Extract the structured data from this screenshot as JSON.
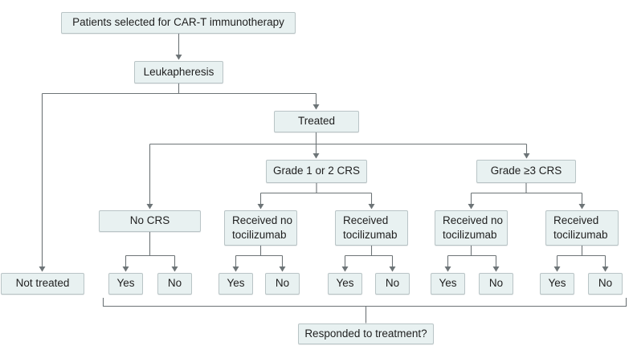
{
  "figure": {
    "type": "flowchart",
    "nodes": {
      "patients": "Patients selected for CAR-T immunotherapy",
      "leukapheresis": "Leukapheresis",
      "treated": "Treated",
      "not_treated": "Not treated",
      "no_crs": "No CRS",
      "grade_1_2": "Grade 1 or 2 CRS",
      "grade_3plus": "Grade ≥3 CRS",
      "received_no_toci": "Received no tocilizumab",
      "received_toci": "Received tocilizumab",
      "yes": "Yes",
      "no": "No",
      "responded": "Responded to treatment?"
    },
    "edges": [
      "patients -> leukapheresis",
      "leukapheresis -> not_treated",
      "leukapheresis -> treated",
      "treated -> no_crs",
      "treated -> grade_1_2",
      "treated -> grade_3plus",
      "grade_1_2 -> received_no_toci",
      "grade_1_2 -> received_toci",
      "grade_3plus -> received_no_toci",
      "grade_3plus -> received_toci",
      "no_crs -> yes/no",
      "received_no_toci -> yes/no",
      "received_toci -> yes/no",
      "yes/no -> responded"
    ],
    "colors": {
      "box_fill": "#e8f1f1",
      "box_border": "#b9c4c6",
      "line": "#6d7477",
      "text": "#1f1f1f"
    }
  }
}
